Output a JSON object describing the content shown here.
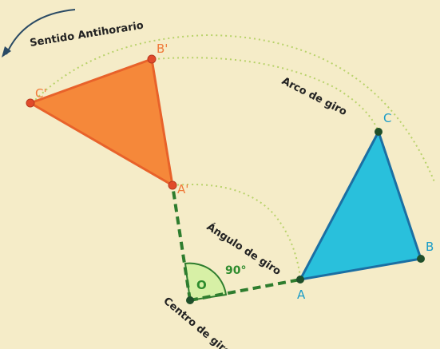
{
  "labels": {
    "sentido": "Sentido Antihorario",
    "arco": "Arco de giro",
    "angulo": "Ángulo de giro",
    "angle_value": "90°",
    "centro": "Centro de giro",
    "center_point": "O"
  },
  "original_triangle": {
    "color": "#29b6d8",
    "stroke": "#1b6fa3",
    "vertices": [
      "A",
      "B",
      "C"
    ]
  },
  "rotated_triangle": {
    "color": "#f5883a",
    "stroke": "#e8622a",
    "vertices": [
      "A'",
      "B'",
      "C'"
    ]
  },
  "colors": {
    "background": "#f5ecc8",
    "guide": "#2e7d2e",
    "angle_fill": "#d7f0a6",
    "arc": "#b8d26a",
    "point": "#1f4f2a"
  }
}
